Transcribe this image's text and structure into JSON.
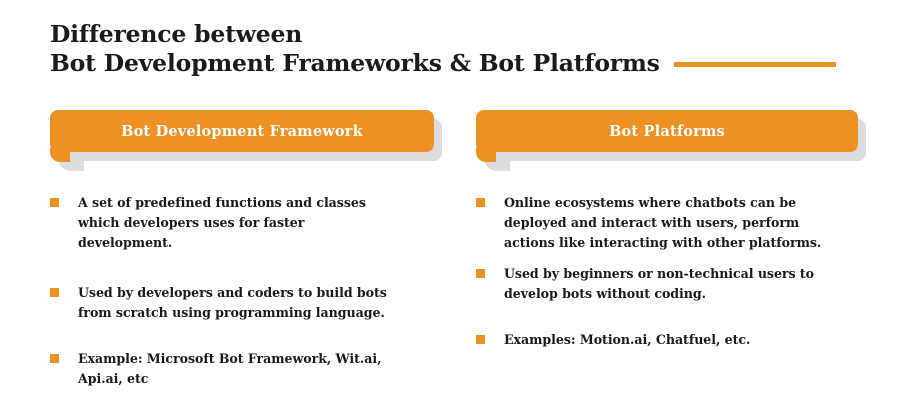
{
  "theme": {
    "accent_orange": "#EE9123",
    "text_dark": "#1B1B1B",
    "banner_text": "#FFFFFF",
    "shadow_gray": "#DCDCDC",
    "background": "#FFFFFF"
  },
  "title": {
    "line1": "Difference between",
    "line2": "Bot Development Frameworks & Bot Platforms"
  },
  "columns": [
    {
      "id": "bot-development-framework",
      "header": "Bot Development Framework",
      "bullets": [
        "A set of predefined functions and classes which developers uses for faster development.",
        "Used by developers and coders to build bots from scratch using programming language.",
        "Example: Microsoft Bot Framework, Wit.ai, Api.ai, etc"
      ]
    },
    {
      "id": "bot-platforms",
      "header": "Bot Platforms",
      "bullets": [
        "Online ecosystems where chatbots can be deployed and interact with users, perform actions like interacting with other platforms.",
        "Used by beginners or non-technical users to develop bots without coding.",
        "Examples: Motion.ai, Chatfuel, etc."
      ]
    }
  ]
}
